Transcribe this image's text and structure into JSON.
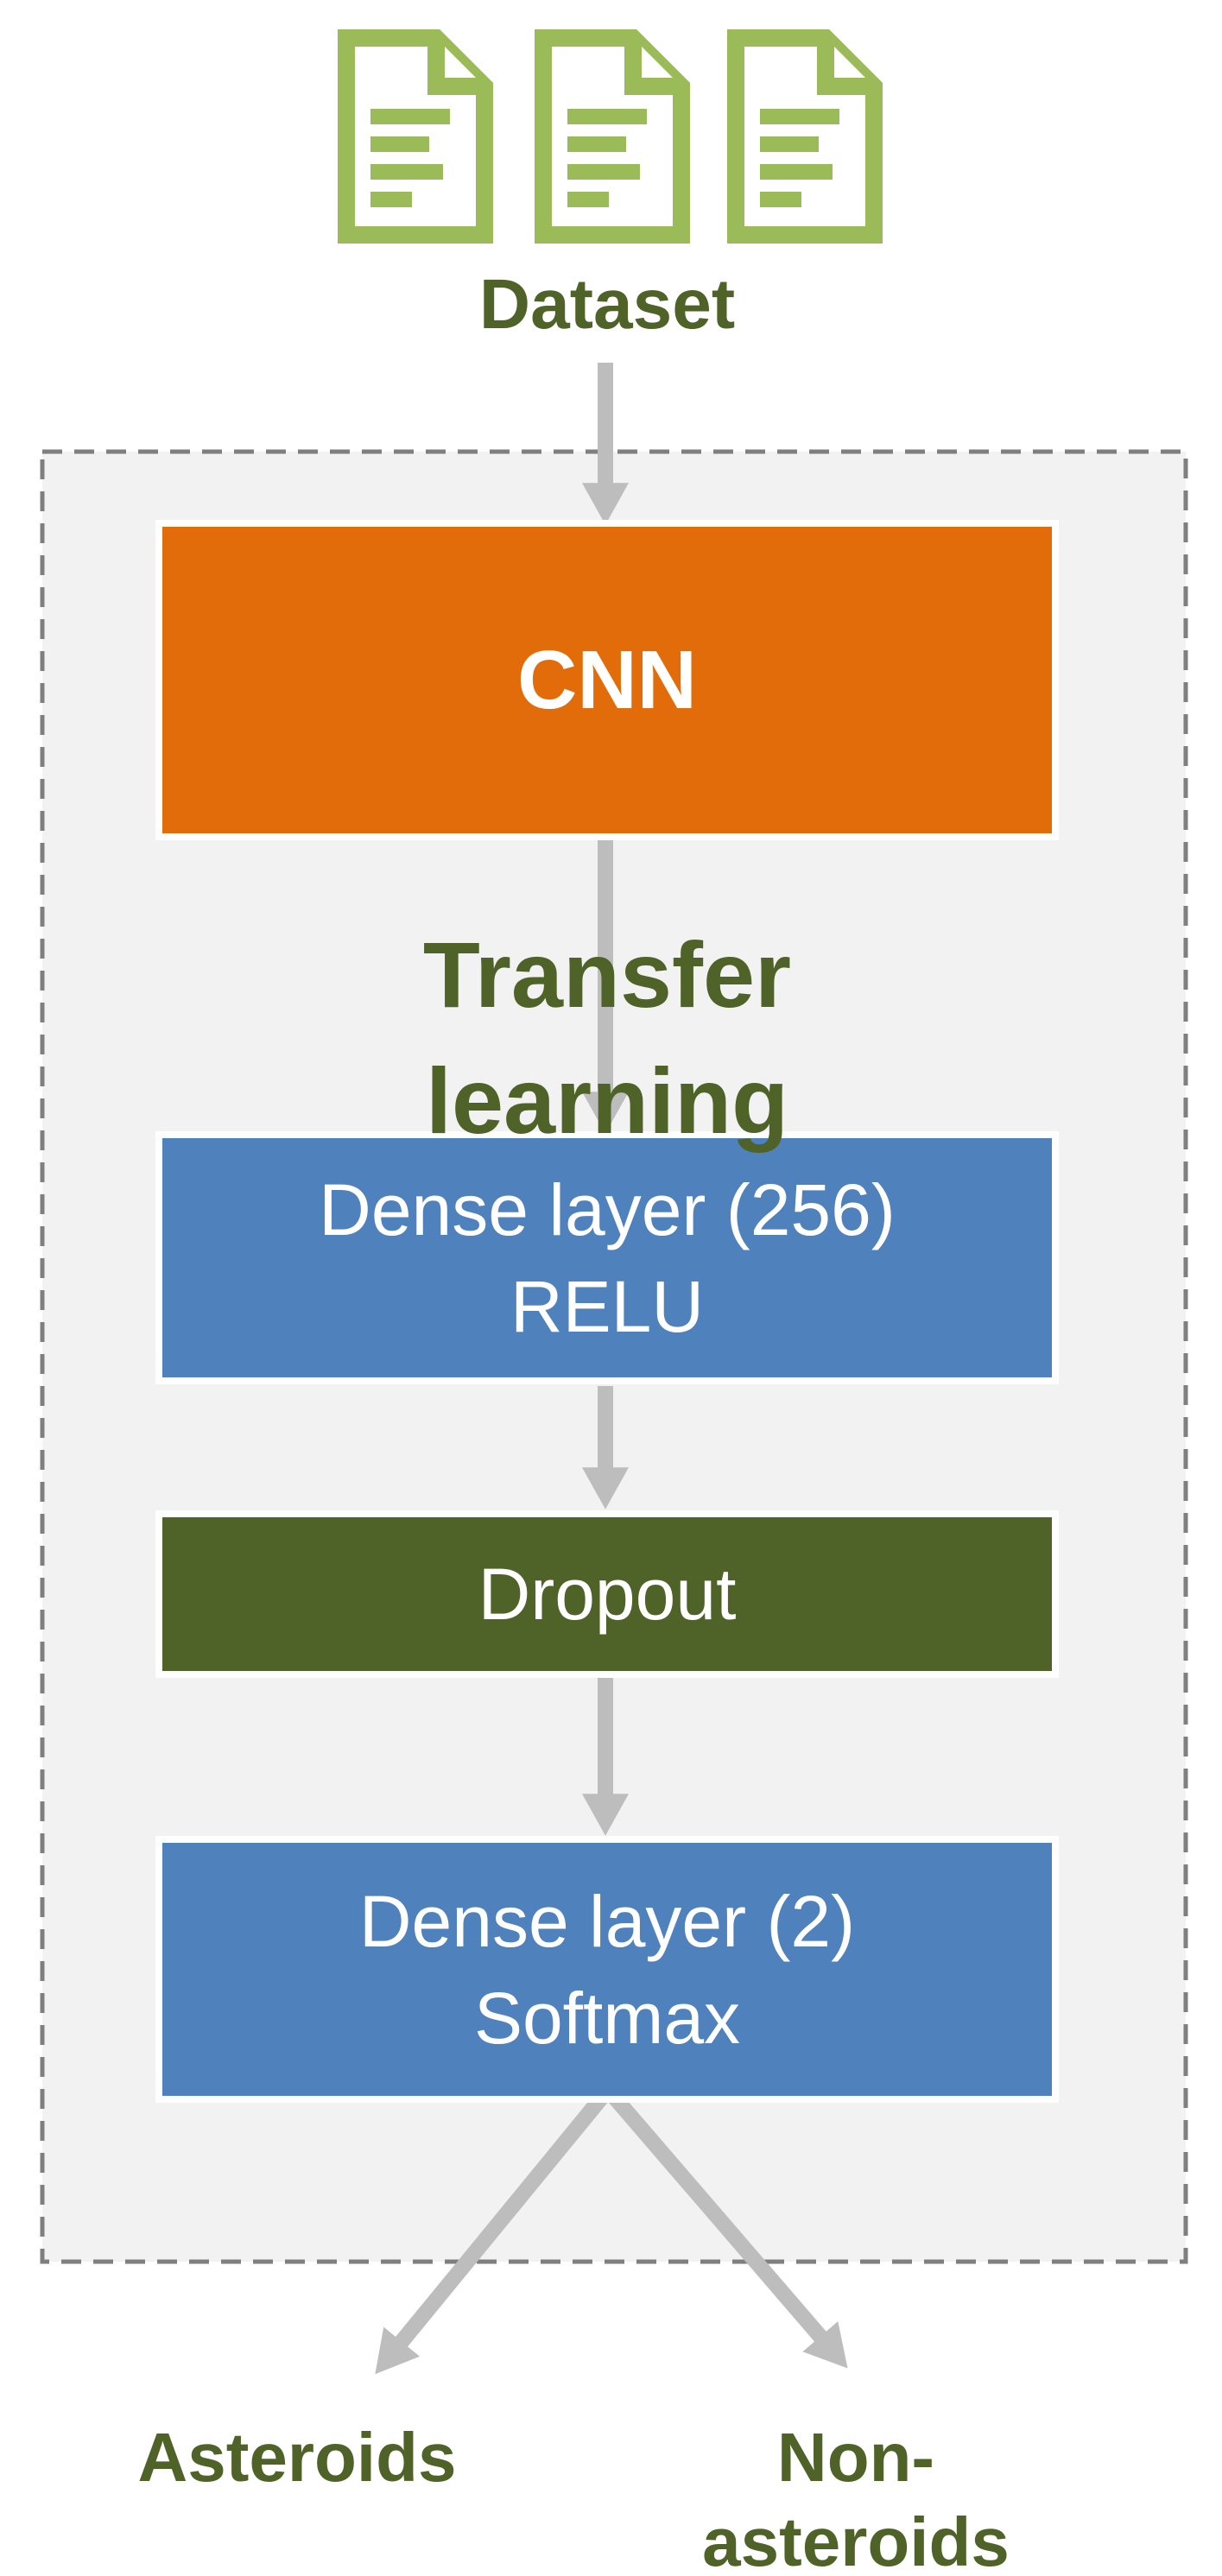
{
  "diagram": {
    "dataset": {
      "label": "Dataset",
      "icon": "document-icon",
      "icon_count": 3
    },
    "pipeline": {
      "cnn": {
        "label": "CNN",
        "bg": "#E36C0A"
      },
      "transfer_learning": {
        "label": "Transfer\nlearning"
      },
      "dense_256": {
        "line1": "Dense layer (256)",
        "line2": "RELU",
        "bg": "#4F81BD"
      },
      "dropout": {
        "label": "Dropout",
        "bg": "#4F6228"
      },
      "dense_2": {
        "line1": "Dense layer (2)",
        "line2": "Softmax",
        "bg": "#4F81BD"
      }
    },
    "outputs": {
      "left": "Asteroids",
      "right": "Non-\nasteroids"
    },
    "colors": {
      "arrow": "#BDBDBD",
      "dashed_border": "#7F7F7F",
      "panel_bg": "#F2F2F2",
      "label_text": "#4F6228",
      "icon_green": "#9BBB59",
      "box_border": "#FFFFFF"
    }
  }
}
